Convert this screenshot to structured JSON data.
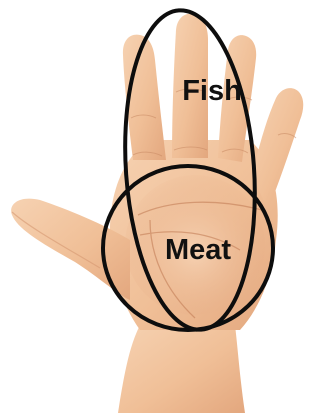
{
  "image": {
    "subject": "hand-illustration",
    "background_color": "#ffffff",
    "skin_color": "#f2c29c",
    "outline_color": "#0d0d0d"
  },
  "labels": {
    "fish": "Fish",
    "meat": "Meat"
  }
}
